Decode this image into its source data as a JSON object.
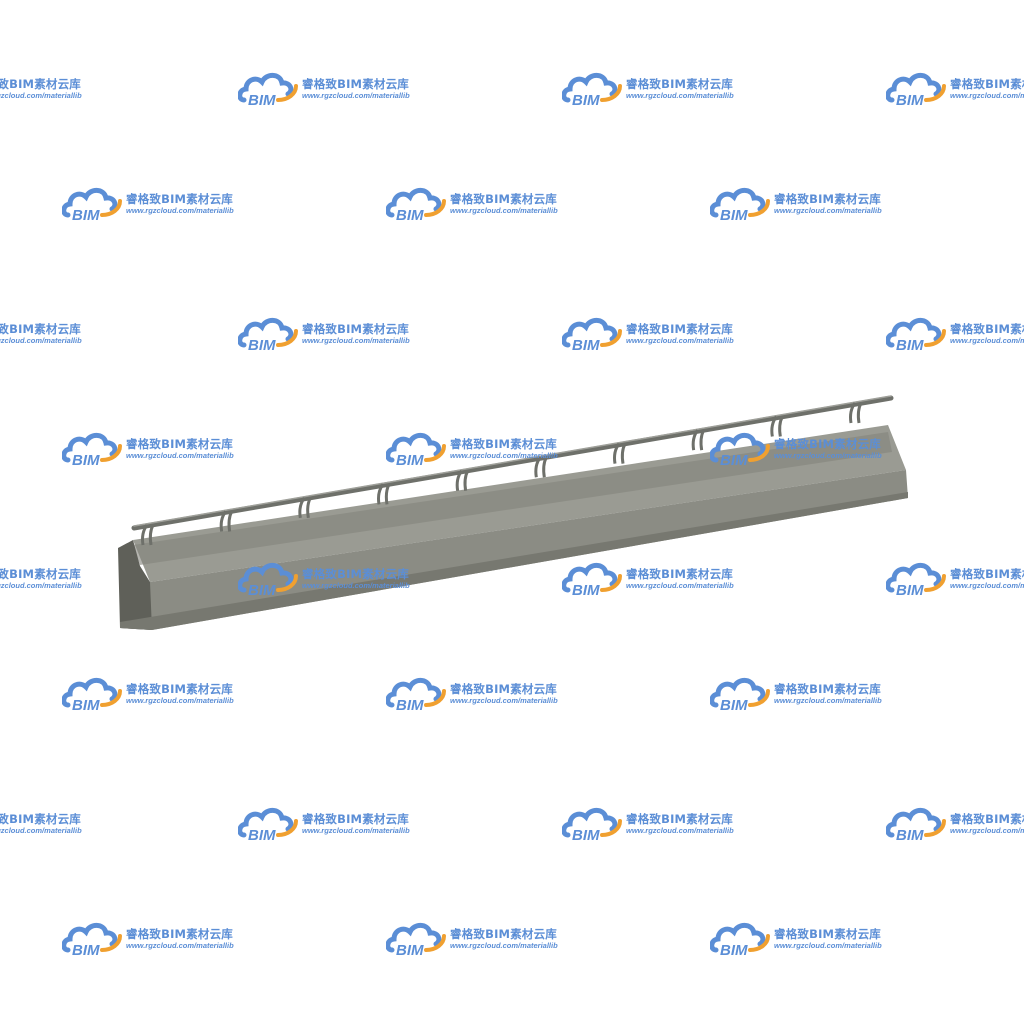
{
  "model": {
    "colors": {
      "body": "#8b8c84",
      "top_face": "#9a9b93",
      "end_face": "#5f6059",
      "shadow": "#7a7b73",
      "rail": "#6e706a"
    },
    "post_count": 10
  },
  "watermark": {
    "name": "睿格致BIM素材云库",
    "url": "www.rgzcloud.com/materiallib",
    "logo_text": "BIM",
    "logo_icon": "cloud-logo-icon",
    "colors": {
      "cloud": "#5b8ed6",
      "arc": "#f0a030",
      "text": "#5b8ed6"
    }
  }
}
